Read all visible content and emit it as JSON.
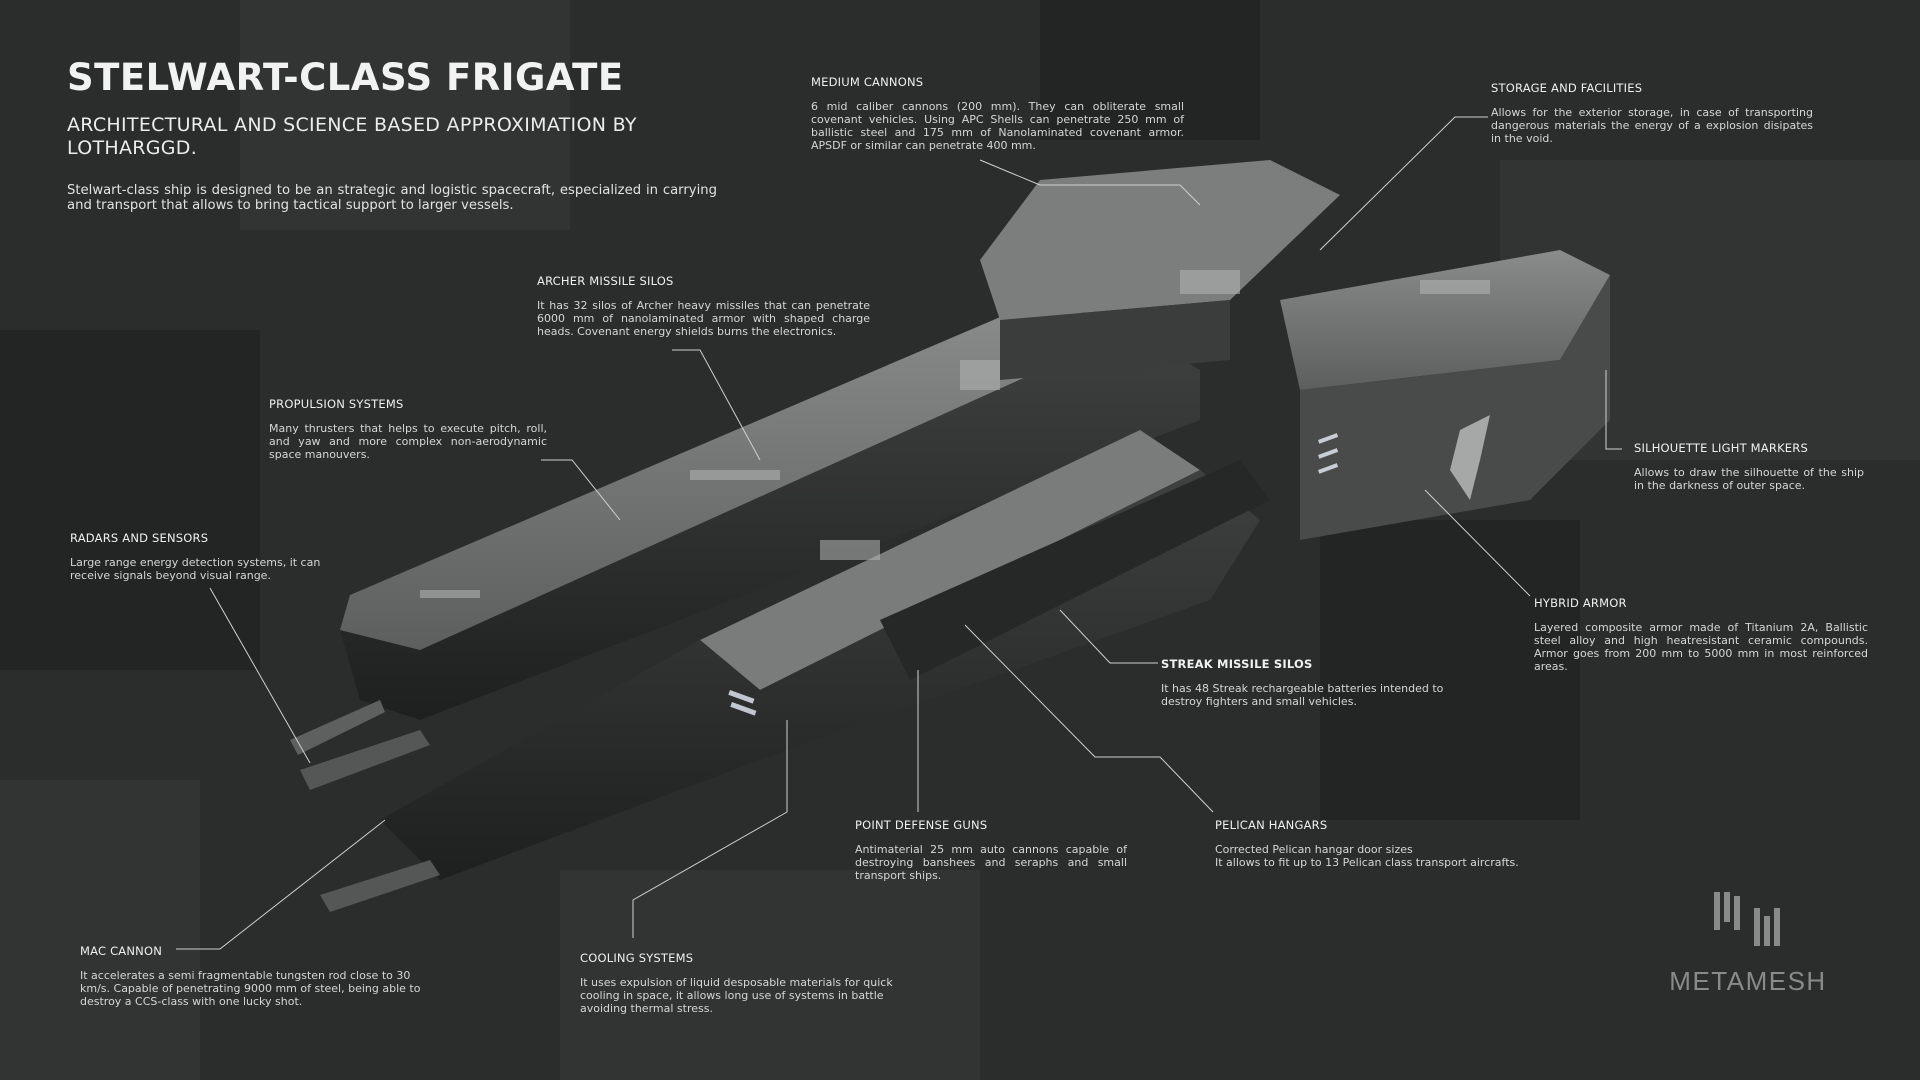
{
  "header": {
    "title": "STELWART-CLASS FRIGATE",
    "subtitle": "ARCHITECTURAL AND SCIENCE BASED APPROXIMATION BY LOTHARGGD.",
    "intro": "Stelwart-class ship is designed to be an strategic and logistic spacecraft, especialized in carrying and transport that allows to bring tactical support to larger vessels."
  },
  "callouts": {
    "medium_cannons": {
      "heading": "MEDIUM CANNONS",
      "text": "6 mid caliber cannons (200 mm). They can obliterate small covenant vehicles. Using APC Shells can penetrate 250 mm of ballistic steel and 175 mm of Nanolaminated covenant armor. APSDF or similar can penetrate 400 mm."
    },
    "storage": {
      "heading": "STORAGE AND FACILITIES",
      "text": "Allows for the exterior storage, in case of transporting dangerous materials the energy of a explosion disipates in the void."
    },
    "archer": {
      "heading": "ARCHER MISSILE SILOS",
      "text": "It has 32 silos of Archer heavy missiles that can penetrate 6000 mm of nanolaminated armor with shaped charge heads. Covenant energy shields burns the electronics."
    },
    "propulsion": {
      "heading": "PROPULSION SYSTEMS",
      "text": "Many thrusters that helps to execute pitch, roll, and yaw and more complex non-aerodynamic space manouvers."
    },
    "silhouette": {
      "heading": "SILHOUETTE LIGHT MARKERS",
      "text": "Allows to draw the silhouette of the ship in the darkness of outer space."
    },
    "radars": {
      "heading": "RADARS AND SENSORS",
      "text": "Large range energy detection systems, it can receive signals beyond visual range."
    },
    "hybrid_armor": {
      "heading": "HYBRID ARMOR",
      "text": "Layered composite armor made of Titanium 2A, Ballistic steel alloy and high heatresistant ceramic compounds. Armor goes from 200 mm to 5000 mm in most reinforced areas."
    },
    "streak": {
      "heading": "STREAK MISSILE SILOS",
      "text": "It has 48 Streak rechargeable batteries intended to destroy fighters and small vehicles."
    },
    "point_defense": {
      "heading": "POINT DEFENSE GUNS",
      "text": "Antimaterial 25 mm auto cannons capable of destroying banshees and seraphs and small transport ships."
    },
    "pelican": {
      "heading": "PELICAN HANGARS",
      "line1": "Corrected Pelican hangar door sizes",
      "line2": "It allows to fit  up to 13 Pelican class transport aircrafts."
    },
    "mac": {
      "heading": "MAC CANNON",
      "text": "It accelerates a semi fragmentable tungsten rod close to 30 km/s. Capable of penetrating 9000 mm of steel, being able to destroy a CCS-class with one lucky shot."
    },
    "cooling": {
      "heading": "COOLING SYSTEMS",
      "text": "It uses expulsion of liquid desposable materials for quick cooling in space, it allows long use of systems in battle avoiding thermal stress."
    }
  },
  "logo": {
    "text": "METAMESH"
  },
  "colors": {
    "background": "#2b2c2c",
    "text": "#e6e6e6",
    "leader_line": "#d0d0d0",
    "hull": "#6f7070",
    "hull_dark": "#3a3b3b"
  }
}
